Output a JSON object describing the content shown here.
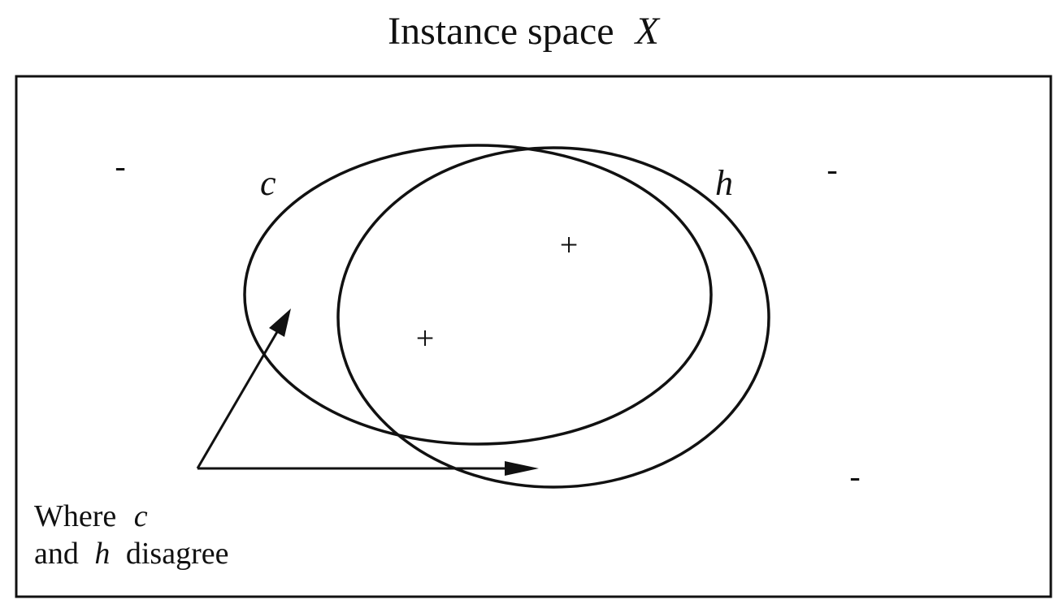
{
  "title": {
    "text": "Instance space",
    "variable": "X"
  },
  "sets": {
    "c_label": "c",
    "h_label": "h"
  },
  "signs": {
    "minus": "-",
    "plus": "+"
  },
  "caption": {
    "line1_prefix": "Where",
    "line1_var": "c",
    "line2_prefix": "and",
    "line2_var": "h",
    "line2_suffix": "disagree"
  }
}
